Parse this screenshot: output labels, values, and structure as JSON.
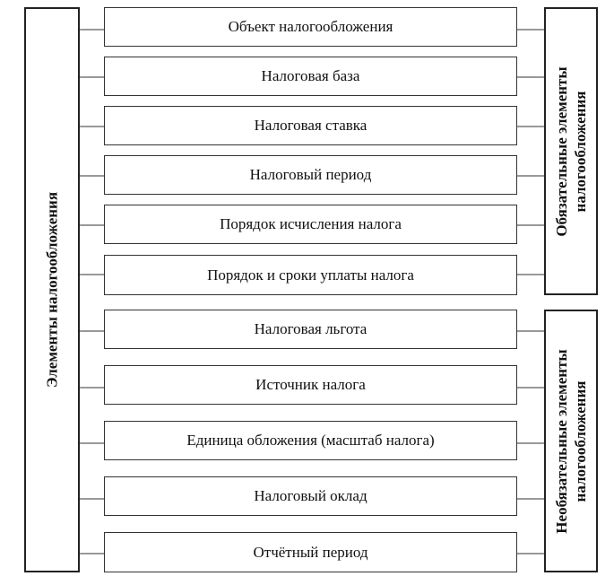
{
  "left_panel": {
    "label": "Элементы налогообложения"
  },
  "right_panels": {
    "mandatory": {
      "line1": "Обязательные элементы",
      "line2": "налогообложения"
    },
    "optional": {
      "line1": "Необязательные элементы",
      "line2": "налогообложения"
    }
  },
  "mandatory_items": [
    "Объект налогообложения",
    "Налоговая база",
    "Налоговая ставка",
    "Налоговый период",
    "Порядок исчисления налога",
    "Порядок и сроки уплаты налога"
  ],
  "optional_items": [
    "Налоговая льгота",
    "Источник налога",
    "Единица обложения (масштаб налога)",
    "Налоговый оклад",
    "Отчётный период"
  ]
}
